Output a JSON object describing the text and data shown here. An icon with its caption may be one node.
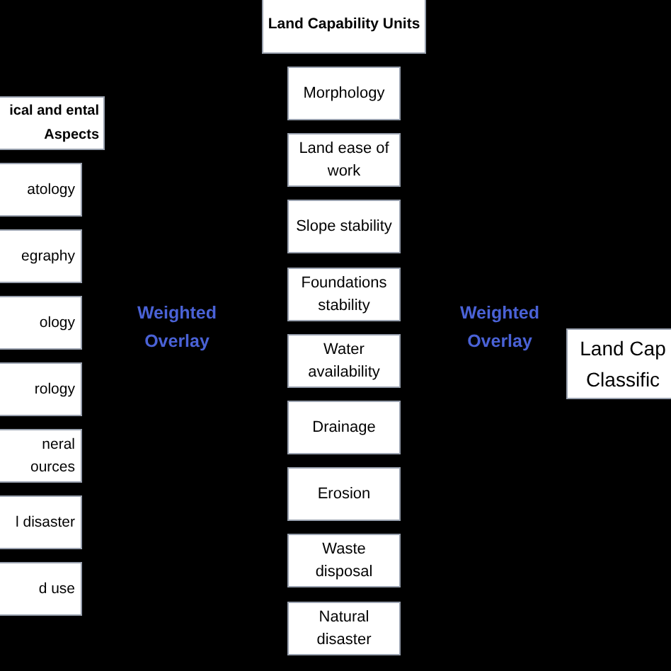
{
  "diagram": {
    "nodes": [
      {
        "text": [
          "ical and ental Aspects"
        ]
      },
      {
        "text": [
          "atology"
        ]
      },
      {
        "text": [
          "egraphy"
        ]
      },
      {
        "text": [
          "ology"
        ]
      },
      {
        "text": [
          "rology"
        ]
      },
      {
        "text": [
          "neral ources"
        ]
      },
      {
        "text": [
          "l disaster"
        ]
      },
      {
        "text": [
          "d use"
        ]
      },
      {
        "text": [
          "Land Capability Units"
        ]
      },
      {
        "text": [
          "Morphology"
        ]
      },
      {
        "text": [
          "Land ease of work"
        ]
      },
      {
        "text": [
          "Slope stability"
        ]
      },
      {
        "text": [
          "Foundations stability"
        ]
      },
      {
        "text": [
          "Water availability"
        ]
      },
      {
        "text": [
          "Drainage"
        ]
      },
      {
        "text": [
          "Erosion"
        ]
      },
      {
        "text": [
          "Waste disposal"
        ]
      },
      {
        "text": [
          "Natural disaster"
        ]
      },
      {
        "text": [
          "Land Cap Classific"
        ]
      }
    ],
    "labels": [
      "Weighted Overlay",
      "Weighted Overlay"
    ]
  }
}
